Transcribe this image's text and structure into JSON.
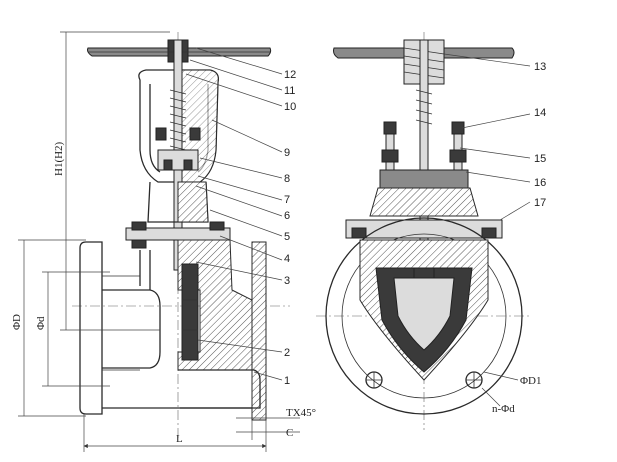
{
  "part_labels": [
    "1",
    "2",
    "3",
    "4",
    "5",
    "6",
    "7",
    "8",
    "9",
    "10",
    "11",
    "12",
    "13",
    "14",
    "15",
    "16",
    "17"
  ],
  "dimensions": {
    "height": "H1(H2)",
    "flange_diameter": "ΦD",
    "bore_diameter": "Φd",
    "length": "L",
    "chamfer": "TX45°",
    "chamfer_c": "C",
    "bolt_circle": "ΦD1",
    "bolt_holes": "n-Φd"
  }
}
